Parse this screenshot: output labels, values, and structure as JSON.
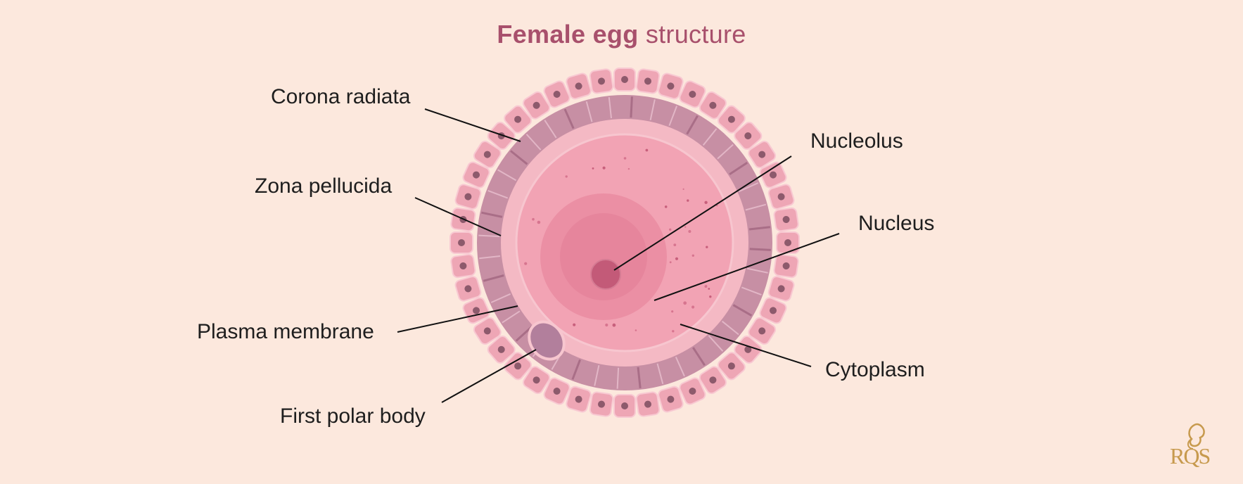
{
  "title": {
    "bold": "Female egg",
    "rest": "structure"
  },
  "labels": {
    "corona_radiata": "Corona radiata",
    "zona_pellucida": "Zona pellucida",
    "plasma_membrane": "Plasma membrane",
    "first_polar_body": "First polar body",
    "nucleolus": "Nucleolus",
    "nucleus": "Nucleus",
    "cytoplasm": "Cytoplasm"
  },
  "logo": {
    "text": "RQS"
  },
  "colors": {
    "background": "#fce8dd",
    "title": "#a8506c",
    "corona_cell": "#eea6b5",
    "corona_nucleus": "#8d5a6c",
    "zona": "#c78fa4",
    "plasma_ring": "#f4b9c4",
    "cytoplasm": "#f2a3b4",
    "nucleus": "#e9899f",
    "nucleolus": "#c35a78",
    "polar_body": "#b27f9c",
    "logo": "#c79a4e"
  }
}
